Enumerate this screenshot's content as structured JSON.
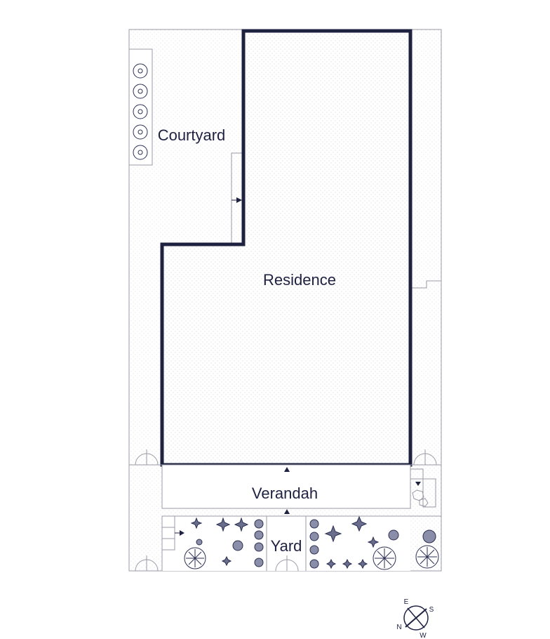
{
  "rooms": {
    "courtyard": "Courtyard",
    "residence": "Residence",
    "verandah": "Verandah",
    "yard": "Yard"
  },
  "compass": {
    "n": "N",
    "e": "E",
    "s": "S",
    "w": "W"
  },
  "colors": {
    "outline": "#1e2140",
    "thin_line": "#9a9aa6",
    "plant": "#2b2f52",
    "background": "#ffffff"
  }
}
